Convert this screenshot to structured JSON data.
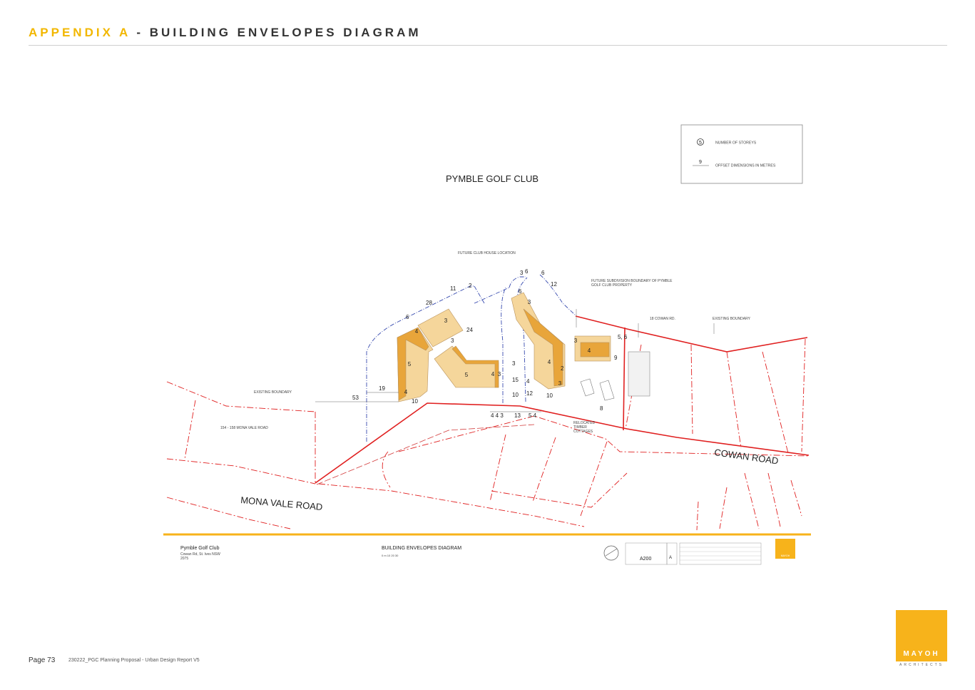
{
  "header": {
    "title_accent": "APPENDIX A",
    "title_separator": " - ",
    "title_main": "BUILDING ENVELOPES DIAGRAM"
  },
  "drawing": {
    "site_title": "PYMBLE GOLF CLUB",
    "legend": {
      "storeys_symbol": "5",
      "storeys_label": "NUMBER OF STOREYS",
      "offset_symbol": "9",
      "offset_label": "OFFSET DIMENSIONS IN METRES"
    },
    "labels": {
      "future_clubhouse": "FUTURE CLUB HOUSE LOCATION",
      "future_subdivision_1": "FUTURE SUBDIVISION BOUNDARY OF PYMBLE",
      "future_subdivision_2": "GOLF CLUB PROPERTY",
      "cowan_rd_18": "18 COWAN RD.",
      "existing_boundary_right": "EXISTING BOUNDARY",
      "existing_boundary_left": "EXISTING BOUNDARY",
      "mona_vale_lot": "154 - 158 MONA VALE ROAD",
      "relocated_1": "RELOCATED",
      "relocated_2": "TIMBER",
      "relocated_3": "COTTAGES",
      "cowan_road": "COWAN ROAD",
      "mona_vale_road": "MONA VALE ROAD"
    },
    "storeys": [
      "4",
      "3",
      "5",
      "4",
      "5",
      "4",
      "3",
      "3",
      "4",
      "3",
      "3",
      "4"
    ],
    "dimensions": {
      "d6a": "6",
      "d28": "28",
      "d11": "11",
      "d2a": "2",
      "d24": "24",
      "d3a": "3",
      "d19": "19",
      "d53": "53",
      "d10a": "10",
      "d3b": "3",
      "d6b": "6",
      "d6c": "6",
      "d12a": "12",
      "d6d": "6",
      "d3c": "3",
      "d15": "15",
      "d10b": "10",
      "d4a": "4",
      "d12b": "12",
      "d2b": "2",
      "d10c": "10",
      "d5_6": "5, 6",
      "d9": "9",
      "d8": "8",
      "row_443": "4 4 3",
      "row_13": "13",
      "row_54": "5 4"
    },
    "title_block": {
      "project": "Pymble Golf Club",
      "address_1": "Cowan Rd, St. Ives NSW",
      "address_2": "2075",
      "drawing_title": "BUILDING ENVELOPES DIAGRAM",
      "scale_ticks": "0 m     10     20     30",
      "drawing_no": "A200",
      "rev": "A",
      "logo_text": "MAYOH"
    }
  },
  "footer": {
    "page": "Page 73",
    "doc": "230222_PGC Planning Proposal - Urban Design Report V5"
  },
  "logo": {
    "name": "MAYOH",
    "sub": "ARCHITECTS"
  },
  "colors": {
    "accent": "#f2b700",
    "logo": "#f7b31b",
    "boundary": "#e02020",
    "envelope_dark": "#e8a53a",
    "envelope_light": "#f5d69b"
  }
}
